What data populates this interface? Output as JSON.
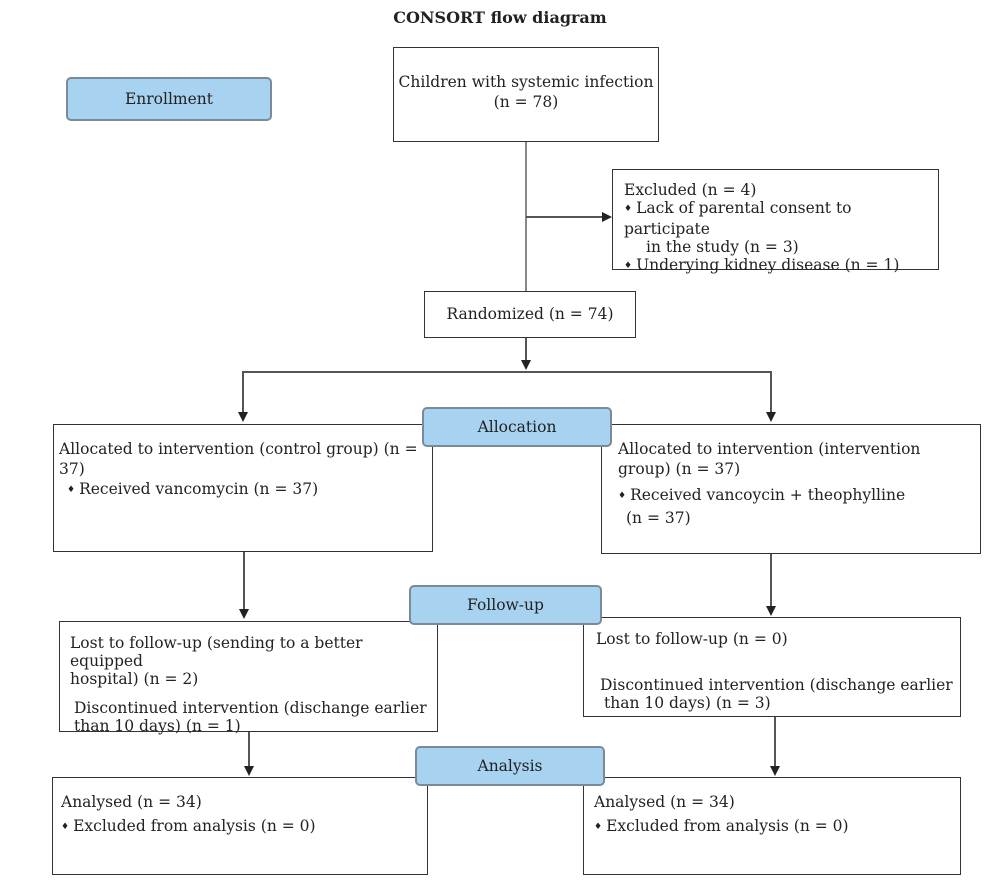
{
  "title": "CONSORT flow diagram",
  "stages": {
    "enrollment": "Enrollment",
    "allocation": "Allocation",
    "followup": "Follow-up",
    "analysis": "Analysis"
  },
  "enrollment_box": {
    "line1": "Children with systemic infection",
    "line2": "(n = 78)"
  },
  "excluded_box": {
    "header": "Excluded (n = 4)",
    "item1a": "Lack of parental consent to participate",
    "item1b": "in the study (n = 3)",
    "item2": "Underying kidney disease (n = 1)"
  },
  "randomized": "Randomized (n = 74)",
  "alloc_left": {
    "line1": "Allocated to intervention (control group) (n = 37)",
    "item1": "Received vancomycin (n = 37)"
  },
  "alloc_right": {
    "line1": "Allocated to intervention (intervention",
    "line2": "group) (n = 37)",
    "item1a": "Received vancoycin + theophylline",
    "item1b": "(n = 37)"
  },
  "follow_left": {
    "line1": "Lost to follow-up (sending to a better equipped",
    "line2": "hospital) (n = 2)",
    "line3": "Discontinued intervention (dischange earlier",
    "line4": "than 10 days) (n = 1)"
  },
  "follow_right": {
    "line1": "Lost to follow-up (n = 0)",
    "line3": "Discontinued intervention (dischange earlier",
    "line4": "than 10 days) (n = 3)"
  },
  "analysis_left": {
    "line1": "Analysed (n = 34)",
    "item1": "Excluded from analysis (n = 0)"
  },
  "analysis_right": {
    "line1": "Analysed (n = 34)",
    "item1": "Excluded from analysis (n = 0)"
  }
}
